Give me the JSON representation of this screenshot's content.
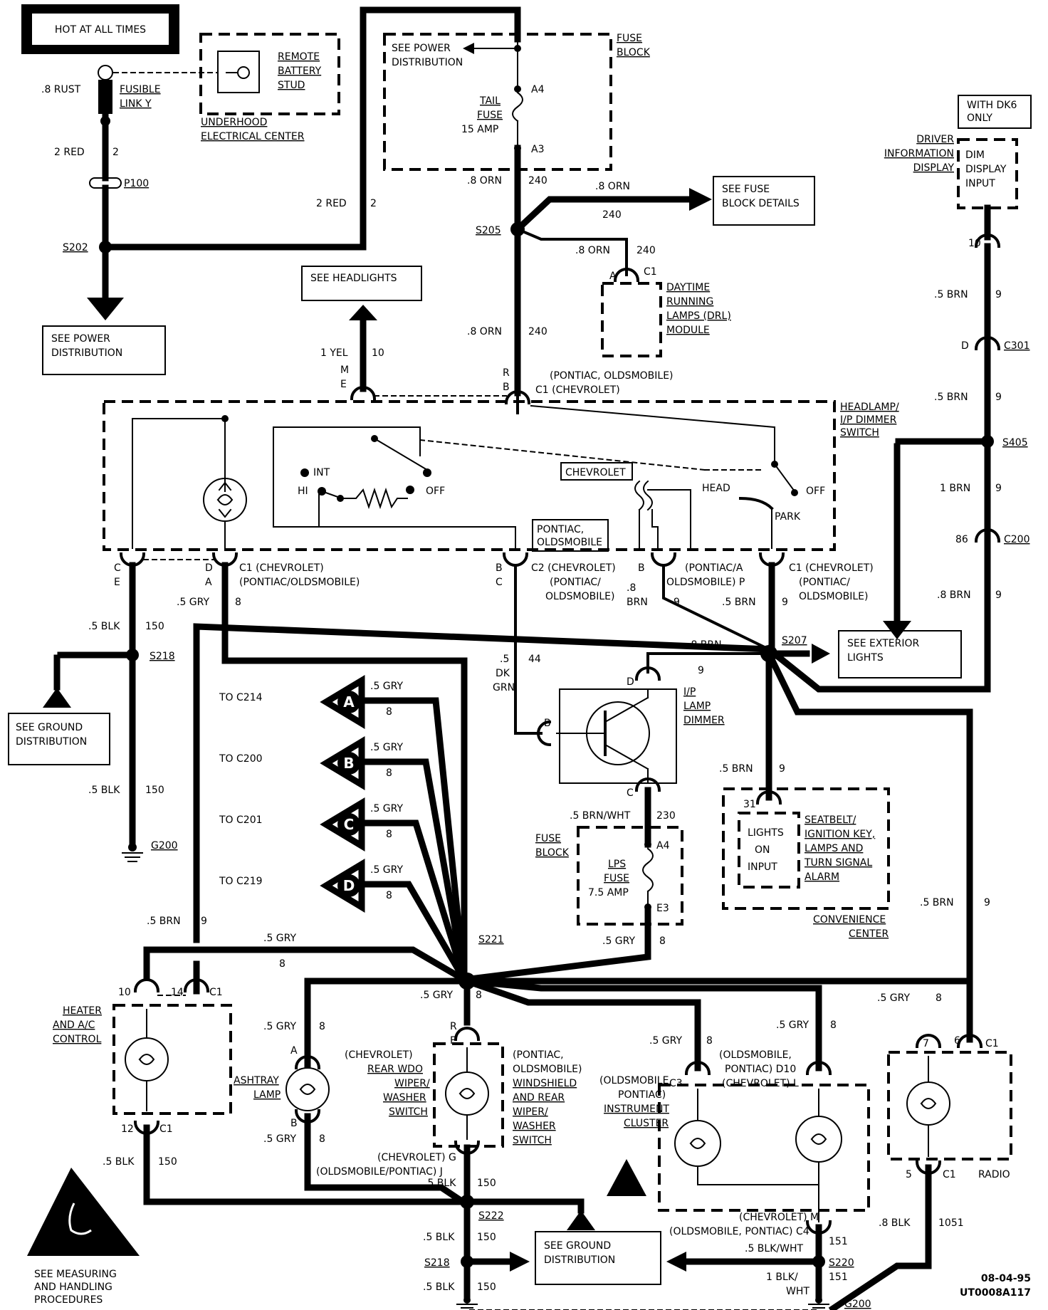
{
  "labels": {
    "hot": "HOT AT ALL TIMES",
    "remote_battery_stud": [
      "REMOTE",
      "BATTERY",
      "STUD"
    ],
    "underhood": [
      "UNDERHOOD",
      "ELECTRICAL CENTER"
    ],
    "fusible_link": [
      "FUSIBLE",
      "LINK Y"
    ],
    "fuse_block_top": [
      "FUSE",
      "BLOCK"
    ],
    "see_power_distribution_top": [
      "SEE POWER",
      "DISTRIBUTION"
    ],
    "tail_fuse": [
      "TAIL",
      "FUSE",
      "15 AMP"
    ],
    "see_fuse_block_details": [
      "SEE FUSE",
      "BLOCK DETAILS"
    ],
    "see_power_distribution_left": [
      "SEE POWER",
      "DISTRIBUTION"
    ],
    "see_headlights": "SEE HEADLIGHTS",
    "drl_module": [
      "DAYTIME",
      "RUNNING",
      "LAMPS (DRL)",
      "MODULE"
    ],
    "with_dk6": [
      "WITH DK6",
      "ONLY"
    ],
    "driver_info_display": [
      "DRIVER",
      "INFORMATION",
      "DISPLAY"
    ],
    "dim_display_input": [
      "DIM",
      "DISPLAY",
      "INPUT"
    ],
    "pontiac_olds_chevy_c1": [
      "(PONTIAC, OLDSMOBILE)",
      "C1 (CHEVROLET)"
    ],
    "headlamp_switch": [
      "HEADLAMP/",
      "I/P DIMMER",
      "SWITCH"
    ],
    "chevrolet_box": "CHEVROLET",
    "pontiac_olds_box": [
      "PONTIAC,",
      "OLDSMOBILE"
    ],
    "int": "INT",
    "hi": "HI",
    "off_left": "OFF",
    "head": "HEAD",
    "off_right": "OFF",
    "park": "PARK",
    "c1_chev_left": [
      "C1 (CHEVROLET)",
      "(PONTIAC/OLDSMOBILE)"
    ],
    "c2_chev": [
      "C2 (CHEVROLET)",
      "(PONTIAC/",
      "OLDSMOBILE)"
    ],
    "pontiac_a_olds_p": [
      "(PONTIAC/A",
      "OLDSMOBILE) P"
    ],
    "c1_chev_right": [
      "C1 (CHEVROLET)",
      "(PONTIAC/",
      "OLDSMOBILE)"
    ],
    "see_exterior_lights": [
      "SEE EXTERIOR",
      "LIGHTS"
    ],
    "see_ground_distribution_left": [
      "SEE GROUND",
      "DISTRIBUTION"
    ],
    "ip_lamp_dimmer": [
      "I/P",
      "LAMP",
      "DIMMER"
    ],
    "fuse_block_lps": [
      "FUSE",
      "BLOCK"
    ],
    "lps_fuse": [
      "LPS",
      "FUSE",
      "7.5 AMP"
    ],
    "lights_on_input": [
      "LIGHTS",
      "ON",
      "INPUT"
    ],
    "seatbelt_alarm": [
      "SEATBELT/",
      "IGNITION KEY,",
      "LAMPS AND",
      "TURN SIGNAL",
      "ALARM"
    ],
    "convenience_center": [
      "CONVENIENCE",
      "CENTER"
    ],
    "to_c214": "TO C214",
    "to_c200": "TO C200",
    "to_c201": "TO C201",
    "to_c219": "TO C219",
    "heater_ac": [
      "HEATER",
      "AND A/C",
      "CONTROL"
    ],
    "ashtray_lamp": [
      "ASHTRAY",
      "LAMP"
    ],
    "rear_wdo": [
      "(CHEVROLET)",
      "REAR WDO",
      "WIPER/",
      "WASHER",
      "SWITCH"
    ],
    "windshield": [
      "(PONTIAC,",
      "OLDSMOBILE)",
      "WINDSHIELD",
      "AND REAR",
      "WIPER/",
      "WASHER",
      "SWITCH"
    ],
    "instrument_cluster": [
      "(OLDSMOBILE,",
      "PONTIAC)",
      "INSTRUMENT",
      "CLUSTER"
    ],
    "olds_pontiac_d10": [
      "(OLDSMOBILE,",
      "PONTIAC) D10",
      "(CHEVROLET) L"
    ],
    "radio": "RADIO",
    "chev_g_olds_j": [
      "(CHEVROLET) G",
      "(OLDSMOBILE/PONTIAC) J"
    ],
    "chev_m_c4": [
      "(CHEVROLET) M",
      "(OLDSMOBILE, PONTIAC) C4"
    ],
    "see_ground_distribution_bottom": [
      "SEE GROUND",
      "DISTRIBUTION"
    ],
    "see_measuring": [
      "SEE MEASURING",
      "AND HANDLING",
      "PROCEDURES"
    ],
    "date": "08-04-95",
    "code": "UT0008A117"
  },
  "splices": [
    "S202",
    "S205",
    "S207",
    "S218",
    "S221",
    "S222",
    "S218",
    "S220",
    "S405",
    "P100"
  ],
  "grounds": [
    "G200",
    "G200",
    "G200"
  ],
  "connectors": [
    "A4",
    "A3",
    "C301",
    "C200",
    "C1",
    "C2",
    "C3",
    "C4"
  ],
  "harness_refs": [
    "A",
    "B",
    "C",
    "D"
  ],
  "wires": {
    "rust": ".8 RUST",
    "red_left": "2 RED",
    "red_left_n": "2",
    "red_mid": "2 RED",
    "red_mid_n": "2",
    "orn_top": ".8 ORN",
    "orn_top_n": "240",
    "orn_branch": ".8 ORN",
    "orn_branch_n": "240",
    "orn_drl": ".8 ORN",
    "orn_drl_n": "240",
    "orn_down": ".8 ORN",
    "orn_down_n": "240",
    "yel": "1 YEL",
    "yel_n": "10",
    "brn_right_1": ".5 BRN",
    "brn_right_2": ".5 BRN",
    "brn_right_3": "1 BRN",
    "brn_right_4": ".8 BRN",
    "brn_n": "9",
    "blk_left_1": ".5 BLK",
    "blk_left_2": ".5 BLK",
    "blk_n": "150",
    "gry_left": ".5 GRY",
    "gry_n": "8",
    "dkgrn": [
      ".5",
      "DK",
      "GRN"
    ],
    "dkgrn_n": "44",
    "brn_8": [
      ".8",
      "BRN"
    ],
    "brn_5_s207": ".5 BRN",
    "brn_8_s207": ".8 BRN",
    "brn_wht": ".5 BRN/WHT",
    "brn_wht_n": "230",
    "brn_seat": ".5 BRN",
    "brn_long": ".5 BRN",
    "brn_left_low": ".5 BRN",
    "gry_e3": ".5 GRY",
    "gry_s221": ".5 GRY",
    "blk_s222": ".5 BLK",
    "blk_s218b_1": ".5 BLK",
    "blk_s218b_2": ".5 BLK",
    "blk_wht": ".5 BLK/WHT",
    "blk_wht_n": "151",
    "blk_wht_1": [
      "1 BLK/",
      "WHT"
    ],
    "blk_radio": ".8 BLK",
    "blk_radio_n": "1051"
  },
  "pins": {
    "c1_d": "D",
    "c1_c": "C",
    "rb": [
      "R",
      "B"
    ],
    "me": [
      "M",
      "E"
    ],
    "ce": [
      "C",
      "E"
    ],
    "da": [
      "D",
      "A"
    ],
    "bc": [
      "B",
      "C"
    ],
    "b": "B",
    "drl_a": "A",
    "n10": "10",
    "n14": "14",
    "n12": "12",
    "n7": "7",
    "n6": "6",
    "n5": "5",
    "n31": "31",
    "n86": "86",
    "d": "D",
    "n10b": "10"
  }
}
